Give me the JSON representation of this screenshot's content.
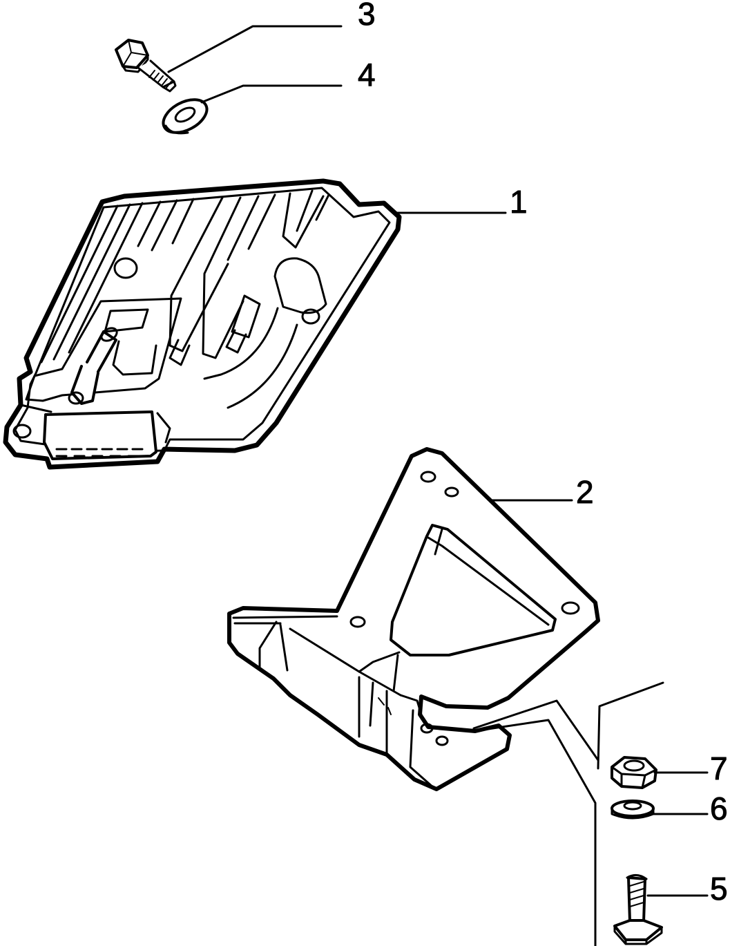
{
  "diagram": {
    "colors": {
      "ink": "#000000",
      "paper": "#ffffff"
    },
    "parts": [
      {
        "id": "1",
        "label": "1",
        "icon": "control-unit-module"
      },
      {
        "id": "2",
        "label": "2",
        "icon": "mounting-bracket"
      },
      {
        "id": "3",
        "label": "3",
        "icon": "hex-bolt"
      },
      {
        "id": "4",
        "label": "4",
        "icon": "washer"
      },
      {
        "id": "5",
        "label": "5",
        "icon": "t-bolt"
      },
      {
        "id": "6",
        "label": "6",
        "icon": "washer"
      },
      {
        "id": "7",
        "label": "7",
        "icon": "hex-nut"
      }
    ]
  }
}
